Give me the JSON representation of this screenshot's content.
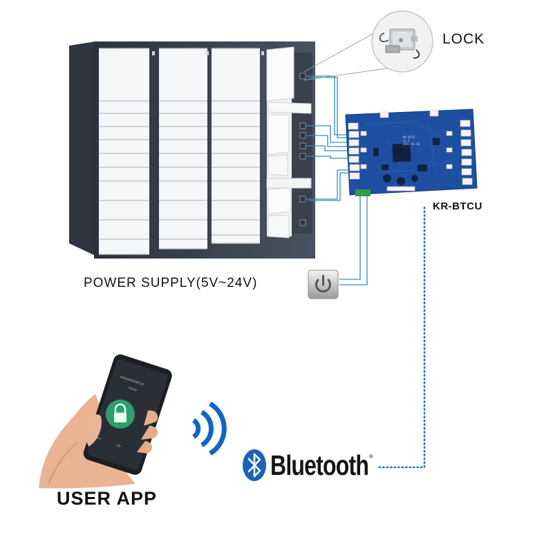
{
  "labels": {
    "lock": "LOCK",
    "controller": "KR-BTCU",
    "power_supply": "POWER SUPPLY(5V~24V)",
    "user_app": "USER APP",
    "bluetooth": "Bluetooth",
    "bluetooth_mark": "®"
  },
  "board_silkscreen": {
    "line1": "KR-BTCU",
    "line2": "v1.2",
    "line3": "2022.01.18"
  },
  "phone_screen": {
    "header": "KR000000000123",
    "status": "Ready",
    "stat_left": "Battery",
    "stat_right": "2/4"
  },
  "icons": {
    "lock": "solenoid-lock-icon",
    "power": "power-button-icon",
    "bluetooth": "bluetooth-logo-icon",
    "wireless": "wireless-signal-icon",
    "app_lock": "padlock-icon"
  },
  "colors": {
    "wire": "#2a8fbd",
    "bluetooth_link": "#1976d2",
    "board": "#1f4fa0",
    "cabinet_frame": "#3f4654",
    "signal": "#1565c0",
    "app_accent": "#2e9e6f"
  }
}
